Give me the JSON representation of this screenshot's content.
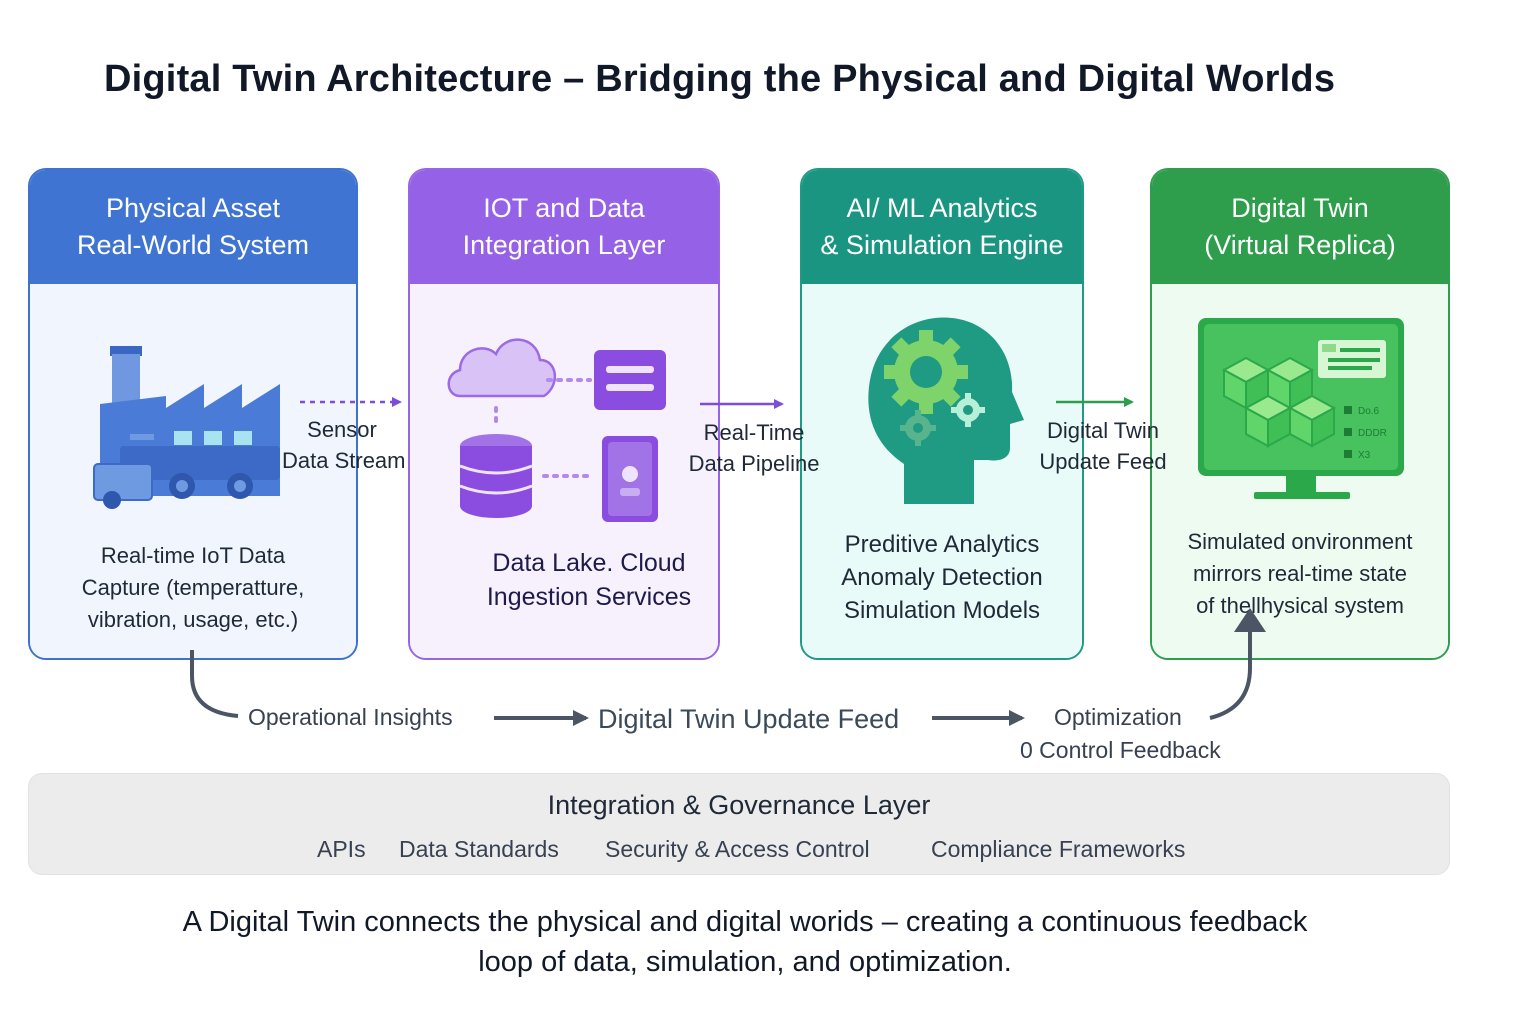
{
  "title": "Digital Twin Architecture – Bridging the Physical and Digital Worlds",
  "panels": [
    {
      "heading_line1": "Physical Asset",
      "heading_line2": "Real-World System",
      "desc_lines": [
        "Real-time IoT Data",
        "Capture (temperatture,",
        "vibration, usage, etc.)"
      ],
      "icon": "factory-icon"
    },
    {
      "heading_line1": "IOT and Data",
      "heading_line2": "Integration Layer",
      "desc_lines": [
        "Data Lake. Cloud",
        "Ingestion Services"
      ],
      "icon": "cloud-database-icon"
    },
    {
      "heading_line1": "AI/ ML Analytics",
      "heading_line2": "& Simulation Engine",
      "desc_lines": [
        "Preditive Analytics",
        "Anomaly Detection",
        "Simulation Models"
      ],
      "icon": "head-gears-icon"
    },
    {
      "heading_line1": "Digital Twin",
      "heading_line2": "(Virtual Replica)",
      "desc_lines": [
        "Simulated onvironment",
        "mirrors real-time state",
        "of thellhysical system"
      ],
      "icon": "monitor-cubes-icon"
    }
  ],
  "connectors": [
    {
      "line1": "Sensor",
      "line2": "Data Stream",
      "color": "#7c4ddb"
    },
    {
      "line1": "Real-Time",
      "line2": "Data Pipeline",
      "color": "#7c4ddb"
    },
    {
      "line1": "Digital Twin",
      "line2": "Update Feed",
      "color": "#2e9d4c"
    }
  ],
  "feedback_loop": {
    "operational_insights": "Operational Insights",
    "update_feed": "Digital Twin Update Feed",
    "optimization_line1": "Optimization",
    "optimization_line2": "0 Control Feedback"
  },
  "governance": {
    "title": "Integration & Governance Layer",
    "items": [
      "APIs",
      "Data Standards",
      "Security & Access Control",
      "Compliance Frameworks"
    ]
  },
  "monitor_labels": [
    "Do.6",
    "DDDR",
    "X3"
  ],
  "caption_line1": "A Digital Twin connects the physical and digital worids – creating a continuous feedback",
  "caption_line2": "loop of data, simulation, and optimization.",
  "colors": {
    "blue": "#3f74d2",
    "purple": "#9561e6",
    "teal": "#1a9582",
    "green": "#2e9d4c"
  }
}
